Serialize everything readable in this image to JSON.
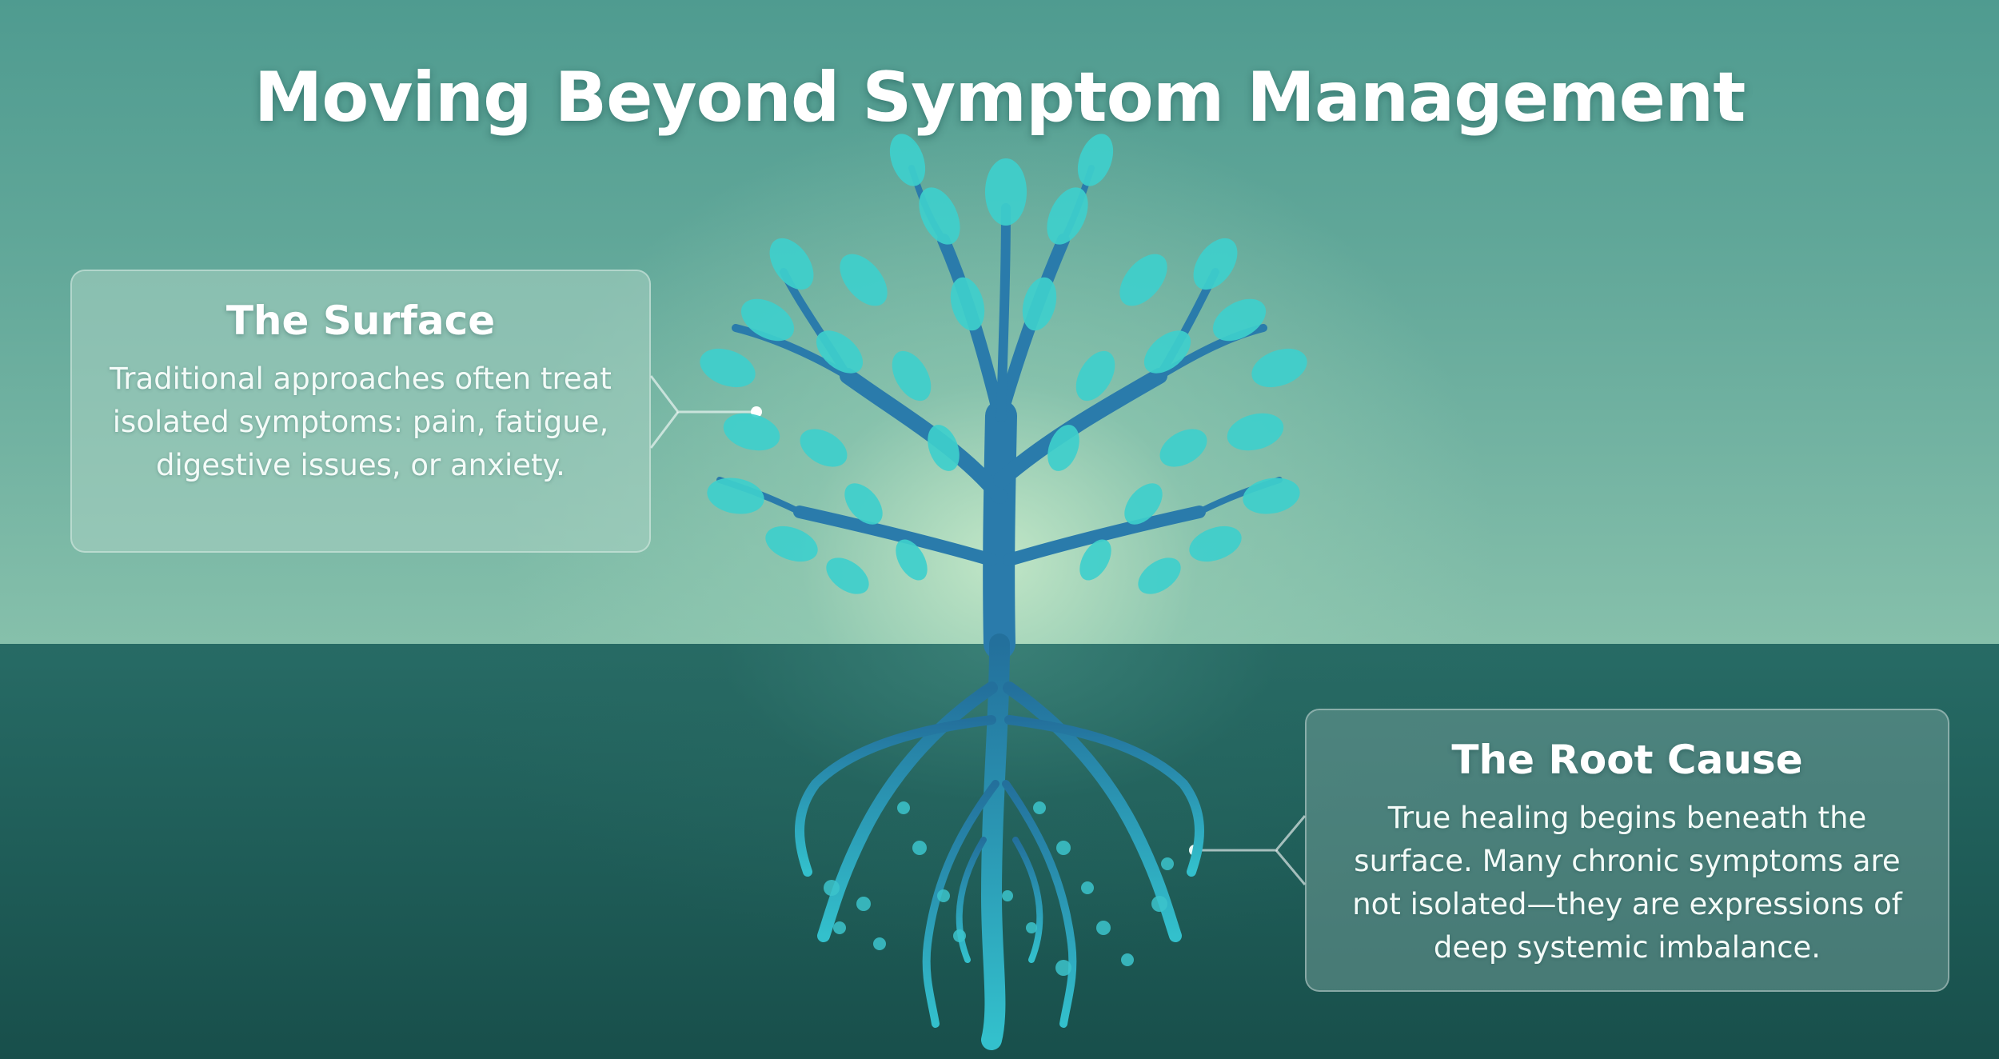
{
  "title": "Moving Beyond Symptom Management",
  "surface": {
    "heading": "The Surface",
    "body": "Traditional approaches often treat isolated symptoms: pain, fatigue, digestive issues, or anxiety."
  },
  "root_cause": {
    "heading": "The Root Cause",
    "body": "True healing begins beneath the surface. Many chronic symptoms are not isolated—they are expressions of deep systemic imbalance."
  },
  "colors": {
    "sky": "#5fa698",
    "ground": "#1f5d58",
    "trunk": "#2a78a8",
    "leaf": "#3fd0cc"
  }
}
